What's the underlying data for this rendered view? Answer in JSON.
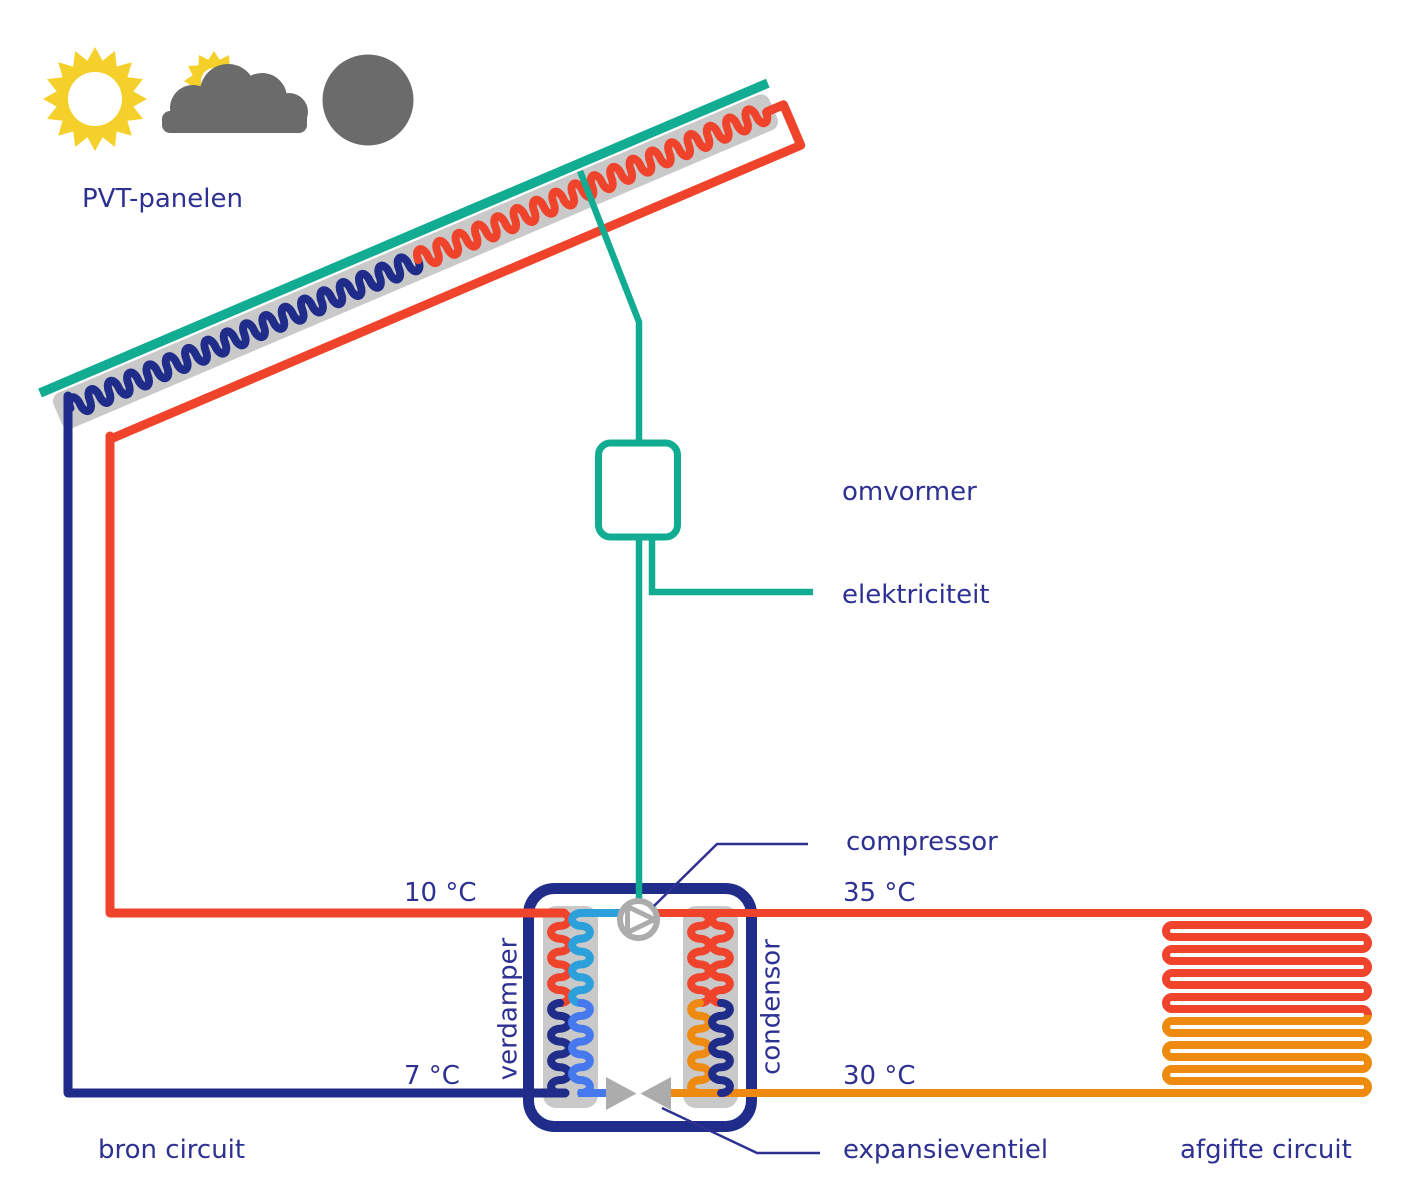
{
  "labels": {
    "pvt_panelen": "PVT-panelen",
    "omvormer": "omvormer",
    "elektriciteit": "elektriciteit",
    "compressor": "compressor",
    "verdamper": "verdamper",
    "condensor": "condensor",
    "expansieventiel": "expansieventiel",
    "bron_circuit": "bron circuit",
    "afgifte_circuit": "afgifte circuit"
  },
  "temperatures": {
    "source_supply": "10 °C",
    "source_return": "7 °C",
    "delivery_supply": "35 °C",
    "delivery_return": "30 °C"
  },
  "icons": [
    {
      "name": "sun-icon"
    },
    {
      "name": "sun-behind-cloud-icon"
    },
    {
      "name": "night-moon-icon"
    }
  ],
  "colors": {
    "red": "#F0432B",
    "orange": "#EF8A10",
    "teal": "#12AC92",
    "navy": "#1F2C8A",
    "cyan": "#2CA0DB",
    "blue": "#4679EE",
    "ink": "#2E3192",
    "band_gray": "#C9C9C9",
    "symbol_gray": "#ACACAC",
    "cloud_gray": "#6B6B6B",
    "sun_yellow": "#F5D02B"
  }
}
